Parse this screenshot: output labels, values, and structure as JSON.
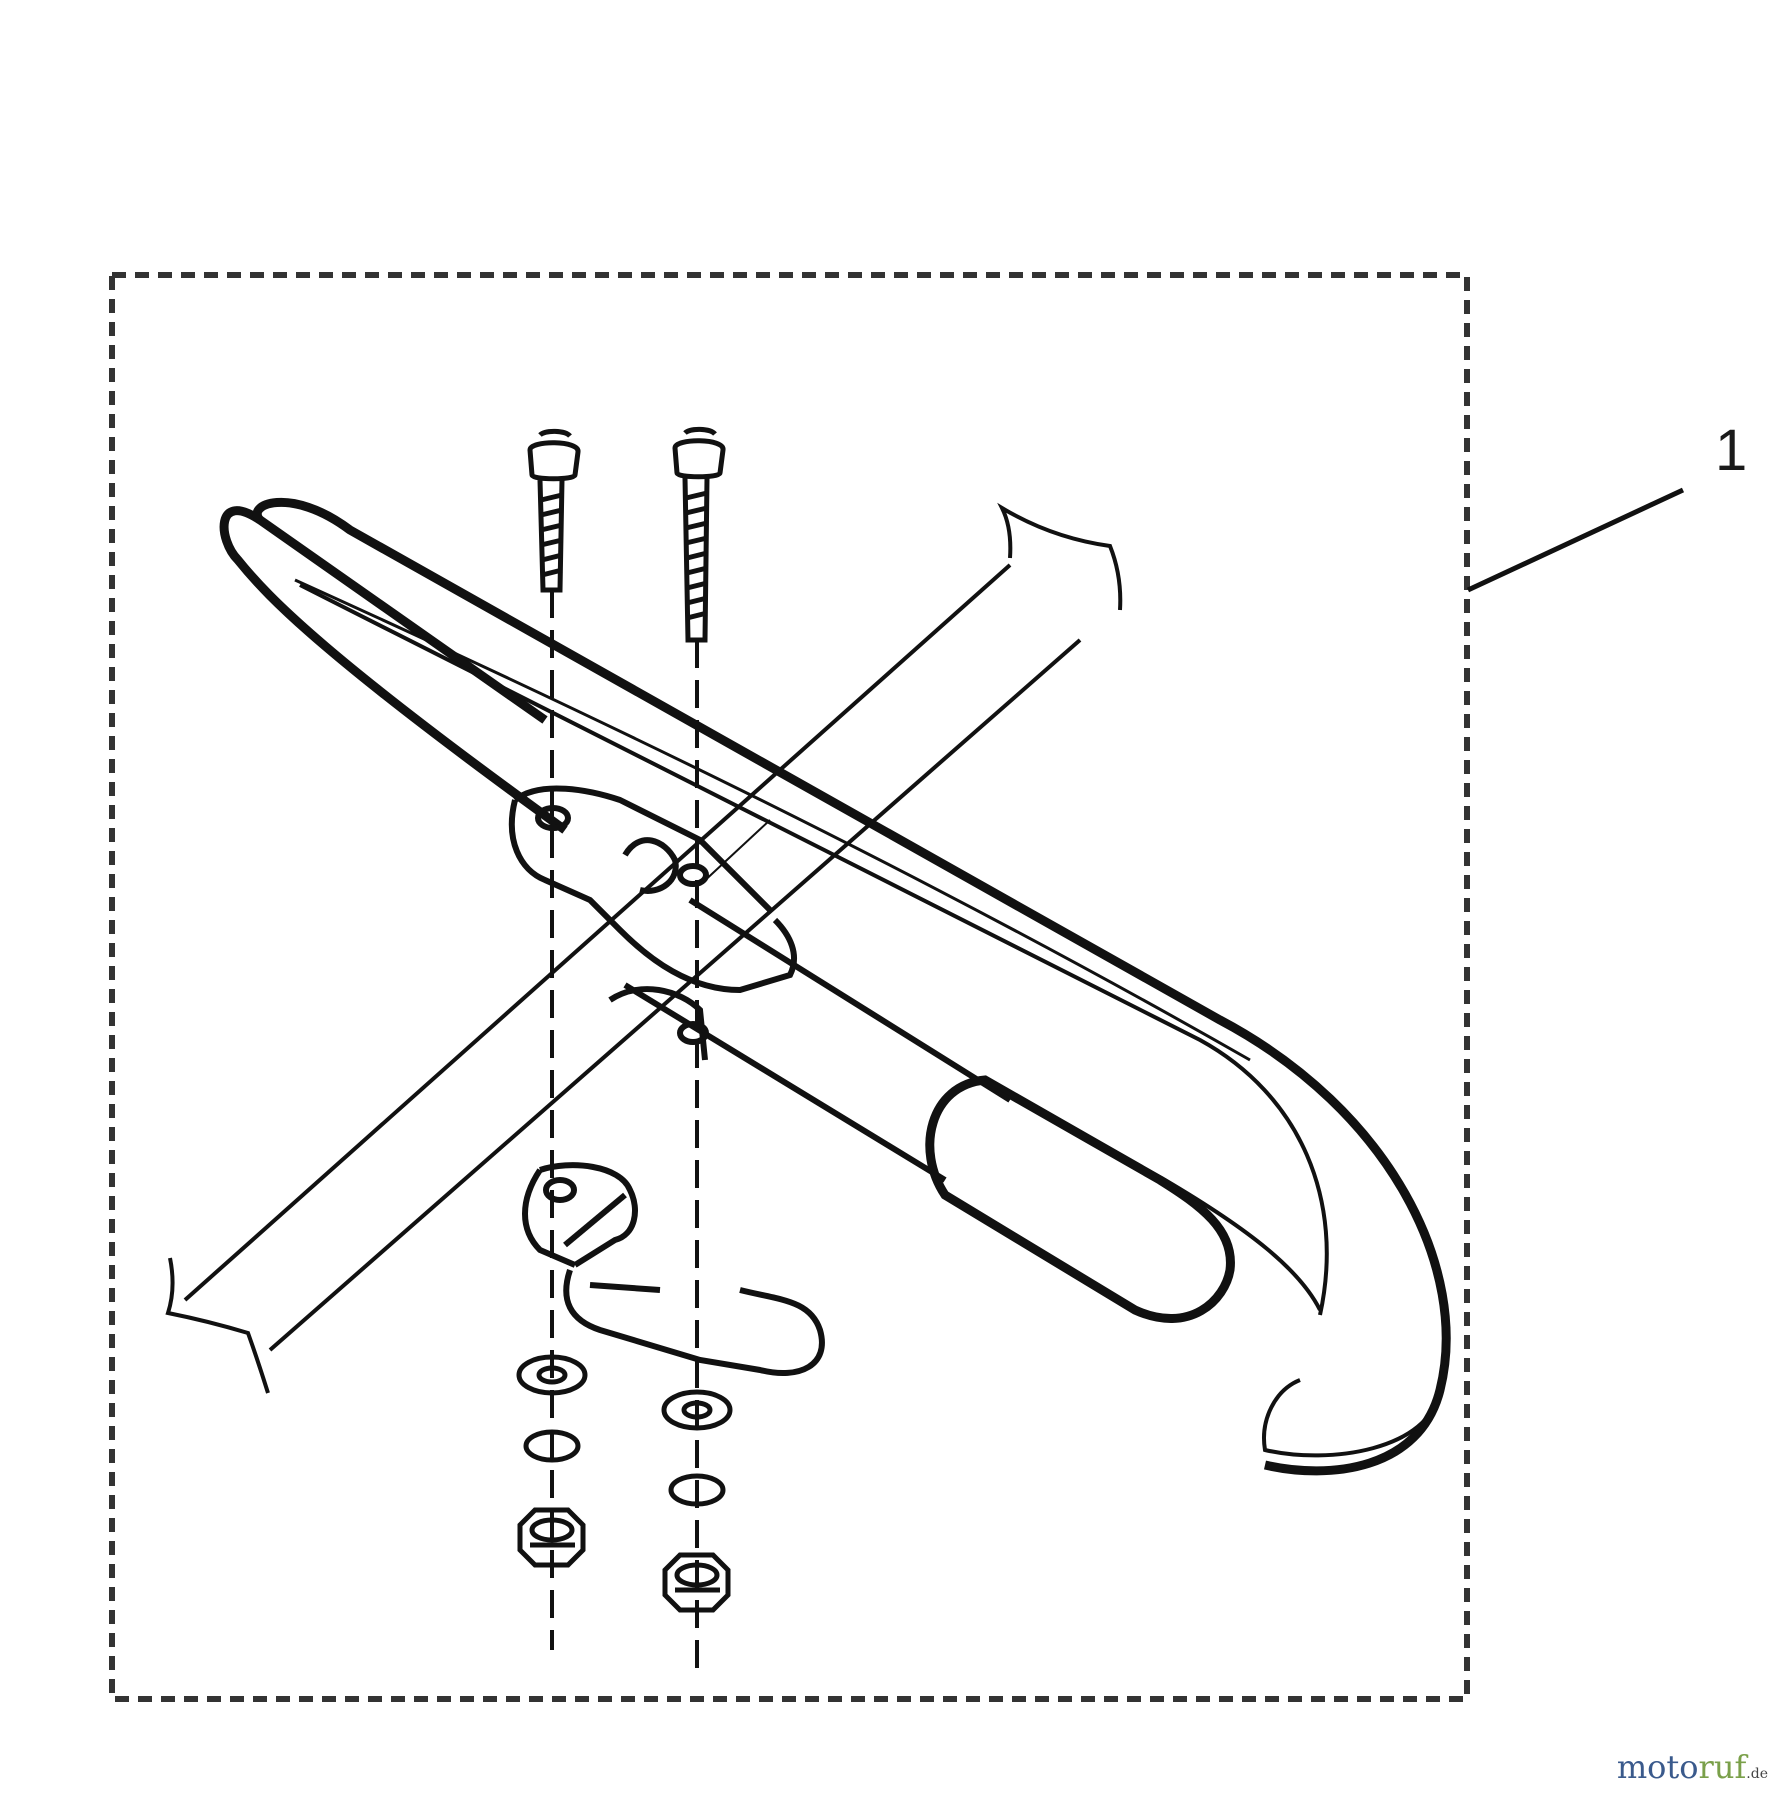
{
  "callout": {
    "label": "1"
  },
  "watermark": {
    "part1": "moto",
    "part2": "ruf",
    "part3": ".de",
    "color_primary": "#3a5a8c",
    "color_secondary": "#7aa04a"
  },
  "colors": {
    "ink": "#111111",
    "frame": "#333333",
    "background": "#ffffff"
  }
}
